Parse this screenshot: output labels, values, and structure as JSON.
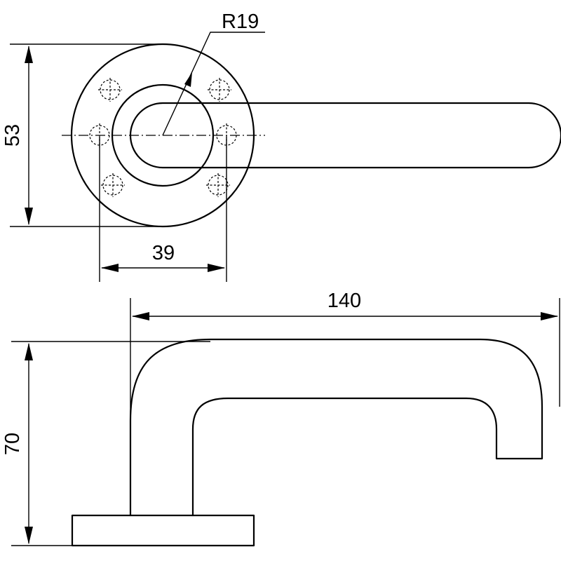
{
  "dimensions": {
    "radius": "R19",
    "top_height": "53",
    "hole_spacing": "39",
    "length": "140",
    "projection": "70"
  },
  "colors": {
    "line": "#000000",
    "background": "#ffffff"
  }
}
